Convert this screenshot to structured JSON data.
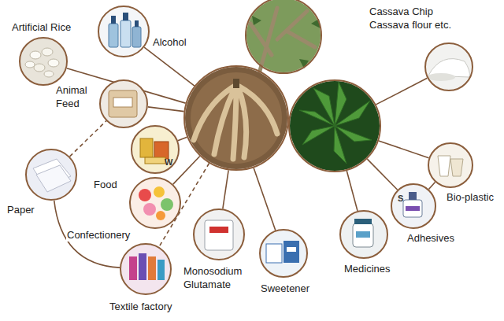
{
  "diagram": {
    "nodes": [
      {
        "text": [
          "Artificial Rice"
        ]
      },
      {
        "text": [
          "Alcohol"
        ]
      },
      {
        "text": []
      },
      {
        "text": [
          "Cassava Chip Cassava flour etc."
        ]
      },
      {
        "text": [
          "Animal Feed"
        ]
      },
      {
        "text": []
      },
      {
        "text": []
      },
      {
        "text": [
          "Paper"
        ]
      },
      {
        "text": [
          "Food"
        ]
      },
      {
        "text": [
          "Bio-plastic"
        ]
      },
      {
        "text": [
          "Confectionery"
        ]
      },
      {
        "text": [
          "Adhesives"
        ]
      },
      {
        "text": [
          "Medicines"
        ]
      },
      {
        "text": [
          "Textile factory"
        ]
      },
      {
        "text": [
          "Monosodium Glutamate"
        ]
      },
      {
        "text": [
          "Sweetener"
        ]
      }
    ],
    "edges": [
      {
        "from": 5,
        "to": 0,
        "arrow": "none"
      },
      {
        "from": 5,
        "to": 1,
        "arrow": "none"
      },
      {
        "from": 5,
        "to": 4,
        "arrow": "none"
      },
      {
        "from": 7,
        "to": 4,
        "arrow": "none"
      },
      {
        "from": 5,
        "to": 8,
        "arrow": "none"
      },
      {
        "from": 5,
        "to": 10,
        "arrow": "none"
      },
      {
        "from": 5,
        "to": 13,
        "arrow": "none"
      },
      {
        "from": 5,
        "to": 14,
        "arrow": "none"
      },
      {
        "from": 5,
        "to": 15,
        "arrow": "none"
      },
      {
        "from": 6,
        "to": 3,
        "arrow": "none"
      },
      {
        "from": 6,
        "to": 9,
        "arrow": "none"
      },
      {
        "from": 6,
        "to": 11,
        "arrow": "none"
      },
      {
        "from": 6,
        "to": 12,
        "arrow": "none"
      },
      {
        "from": 7,
        "to": 13,
        "arrow": "none"
      },
      {
        "from": 11,
        "to": 9,
        "arrow": "none"
      }
    ],
    "labels": [
      "W",
      "S"
    ]
  }
}
